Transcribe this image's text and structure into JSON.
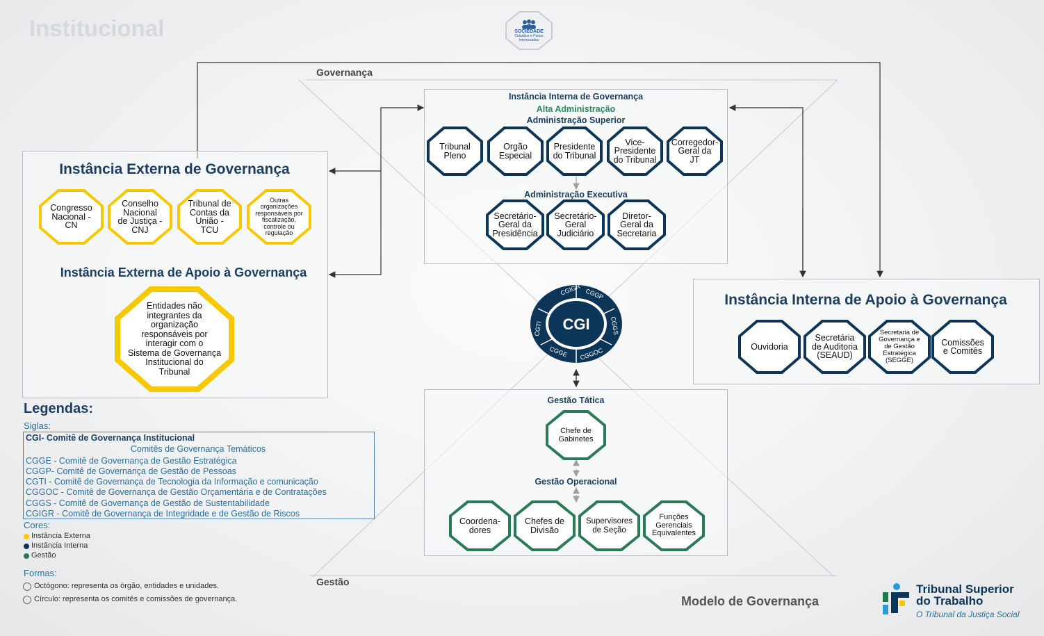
{
  "header": {
    "title": "Institucional"
  },
  "society": {
    "line1": "SOCIEDADE",
    "line2": "Cidadãos e Partes Interessadas"
  },
  "labels": {
    "governanca": "Governança",
    "gestao": "Gestão",
    "modelo": "Modelo de Governança"
  },
  "internal": {
    "title": "Instância Interna de Governança",
    "alta": "Alta Administração",
    "superior": "Administração Superior",
    "executiva": "Administração Executiva",
    "superior_items": [
      "Tribunal\nPleno",
      "Orgão\nEspecial",
      "Presidente\ndo Tribunal",
      "Vice-\nPresidente\ndo Tribunal",
      "Corregedor-\nGeral da\nJT"
    ],
    "executiva_items": [
      "Secretário-\nGeral da\nPresidência",
      "Secretário-\nGeral\nJudiciário",
      "Diretor-\nGeral da\nSecretaria"
    ]
  },
  "external": {
    "title": "Instância Externa de Governança",
    "items": [
      "Congresso\nNacional -\nCN",
      "Conselho\nNacional\nde Justiça -\nCNJ",
      "Tribunal de\nContas da\nUnião -\nTCU",
      "Outras\norganizações\nresponsáveis por\nfiscalização,\ncontrole ou\nregulação"
    ],
    "support_title": "Instância Externa de Apoio à Governança",
    "support_item": "Entidades não\nintegrantes da\norganização\nresponsáveis por\ninteragir com o\nSistema de Governança\nInstitucional do\nTribunal"
  },
  "internal_support": {
    "title": "Instância Interna de Apoio à Governança",
    "items": [
      "Ouvidoria",
      "Secretária\nde Auditoria\n(SEAUD)",
      "Secretaria de\nGovernança e\nde Gestão\nEstratégica\n(SEGGE)",
      "Comissões\ne Comitês"
    ]
  },
  "cgi": {
    "center": "CGI",
    "ring": [
      "CGIGR",
      "CGGP",
      "CGGS",
      "CGGOC",
      "CGGE",
      "CGTI"
    ]
  },
  "gestao": {
    "tatica": "Gestão Tática",
    "tatica_item": "Chefe de\nGabinetes",
    "operacional": "Gestão Operacional",
    "operacional_items": [
      "Coordena-\ndores",
      "Chefes de\nDivisão",
      "Supervisores\nde Seção",
      "Funções\nGerenciais\nEquivalentes"
    ]
  },
  "legend": {
    "title": "Legendas:",
    "siglas_label": "Siglas:",
    "cgi_line": "CGI- Comitê de Governança Institucional",
    "tematicos": "Comitês de Governança Temáticos",
    "siglas": [
      "CGGE - Comitê de Governança de Gestão Estratégica",
      "CGGP- Comitê de Governança de Gestão de Pessoas",
      "CGTI - Comitê de Governança de Tecnologia da Informação e comunicação",
      "CGGOC - Comitê de Governança de Gestão Orçamentária e de Contratações",
      "CGGS - Comitê de Governança de Gestão de Sustentabilidade",
      "CGIGR - Comitê de Governança de Integridade e de Gestão de Riscos"
    ],
    "cores_label": "Cores:",
    "cores": [
      {
        "label": "Instância Externa",
        "color": "#f6c800"
      },
      {
        "label": "Instância Interna",
        "color": "#0d3557"
      },
      {
        "label": "Gestão",
        "color": "#2a7a55"
      }
    ],
    "formas_label": "Formas:",
    "formas": [
      "Octógono: representa os órgão, entidades e unidades.",
      "Círculo: representa os comitês e comissões de governança."
    ]
  },
  "logo": {
    "line1": "Tribunal Superior",
    "line2": "do Trabalho",
    "tagline": "O Tribunal da Justiça Social"
  }
}
